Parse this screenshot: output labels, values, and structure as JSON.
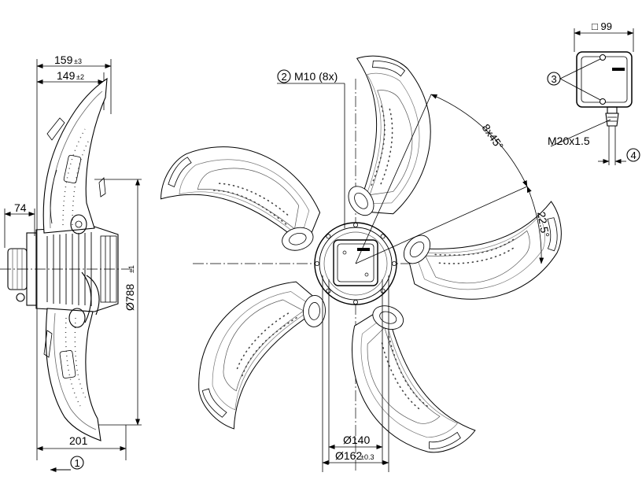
{
  "side_view": {
    "dim_overall_depth": "159",
    "dim_overall_depth_tol": "±3",
    "dim_blade_depth": "149",
    "dim_blade_depth_tol": "±2",
    "dim_motor_offset": "74",
    "dim_diameter": "Ø788",
    "dim_diameter_tol": "±1",
    "dim_bottom_depth": "201",
    "flow_callout": "1"
  },
  "front_view": {
    "mount_callout": "2",
    "mount_thread": "M10 (8x)",
    "angle_spacing": "8x45°",
    "angle_offset": "22.5°",
    "dim_hub_inner": "Ø140",
    "dim_hub_outer": "Ø162",
    "dim_hub_outer_tol": "±0.3"
  },
  "terminal_box": {
    "dim_box_size": "□ 99",
    "screws_callout": "3",
    "gland_thread": "M20x1.5",
    "cable_callout": "4"
  }
}
